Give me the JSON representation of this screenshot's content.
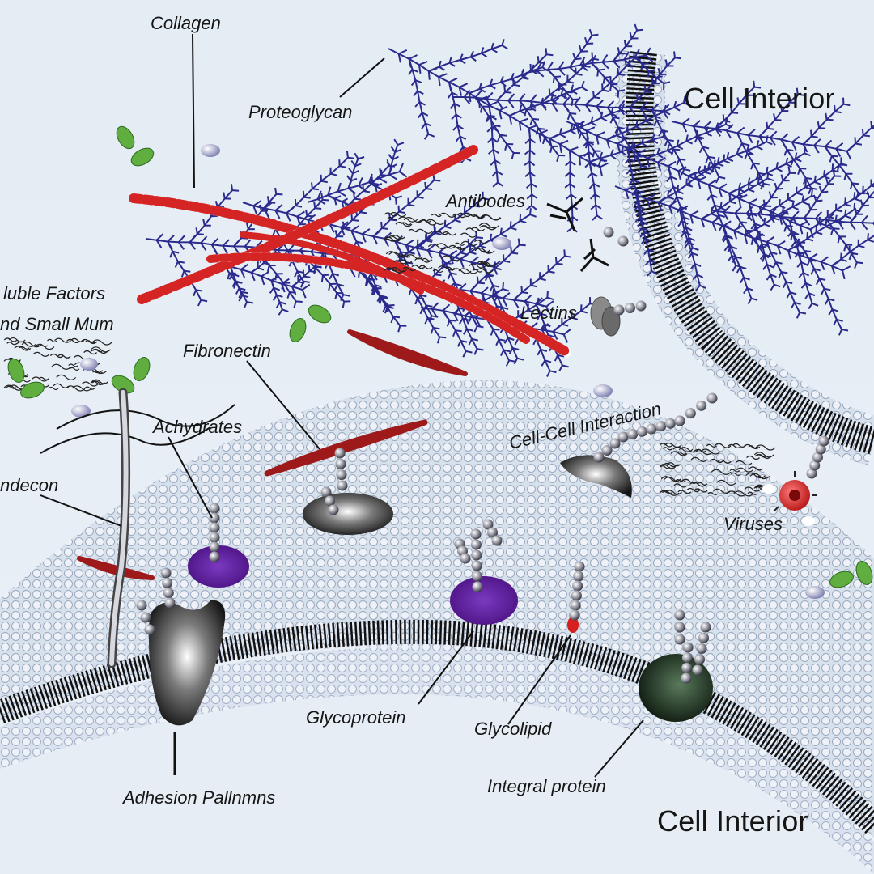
{
  "diagram": {
    "labels": {
      "collagen": "Collagen",
      "proteoglycan": "Proteoglycan",
      "cell_interior_top": "Cell Interior",
      "antibodies": "Antibodes",
      "lectins": "Lectins",
      "soluble_factors_1": "luble Factors",
      "soluble_factors_2": "nd Small Mum",
      "fibronectin": "Fibronectin",
      "carbohydrates": "Achydrates",
      "syndecan": "ndecon",
      "cell_cell": "Cell-Cell Interaction",
      "viruses": "Viruses",
      "glycoprotein": "Glycoprotein",
      "glycolipid": "Glycolipid",
      "integral_protein": "Integral protein",
      "adhesion": "Adhesion Pallnmns",
      "cell_interior_bottom": "Cell Interior"
    },
    "colors": {
      "background": "#e8eef4",
      "proteoglycan": "#2a2a8c",
      "collagen_red": "#d42424",
      "fibronectin": "#9e1a1a",
      "glycoprotein": "#5a1a9a",
      "virus": "#d62020",
      "leaf": "#5fae3f",
      "membrane": "#111111",
      "bead": "#b8b8c8"
    }
  }
}
